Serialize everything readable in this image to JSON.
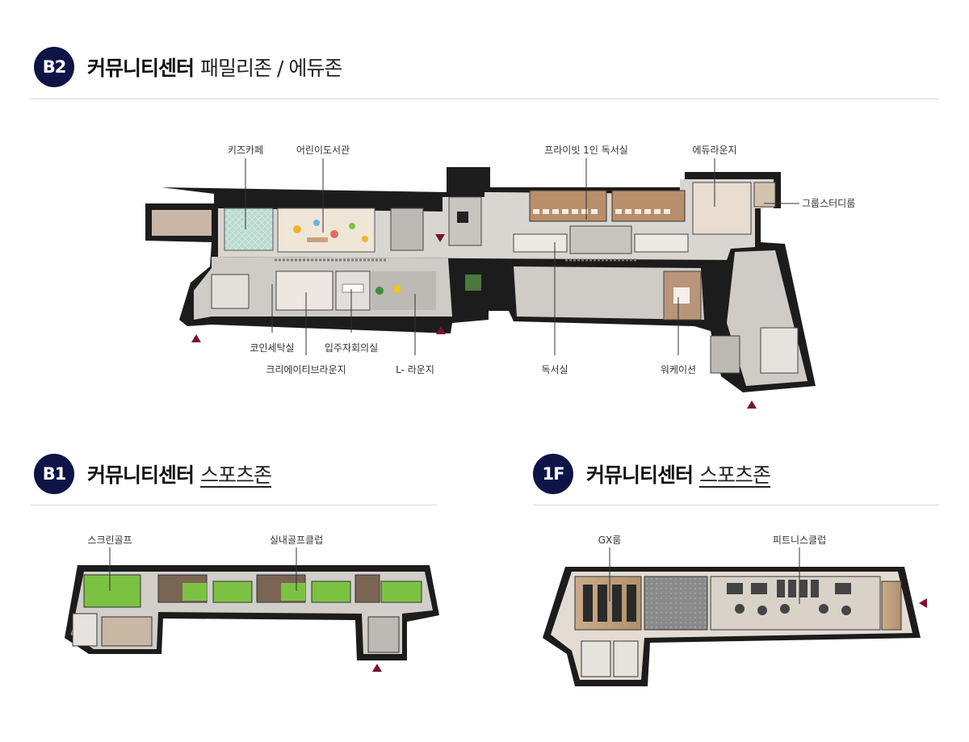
{
  "colors": {
    "badge": "#0f1446",
    "arrow": "#7a1230",
    "wall": "#1c1c1c",
    "floor": "#d9d6d2",
    "wood": "#a7876a",
    "golf_green": "#7cc242"
  },
  "sections": {
    "b2": {
      "badge": "B2",
      "title": "커뮤니티센터",
      "subtitle": "패밀리존 / 에듀존",
      "labels": {
        "kids_cafe": "키즈카페",
        "kids_library": "어린이도서관",
        "private_study": "프라이빗 1인 독서실",
        "edu_lounge": "에듀라운지",
        "group_study": "그룹스터디룸",
        "coin_laundry": "코인세탁실",
        "creative_lounge": "크리에이티브라운지",
        "resident_meeting": "입주자회의실",
        "l_lounge": "L- 라운지",
        "reading_room": "독서실",
        "wakation": "워케이션"
      }
    },
    "b1": {
      "badge": "B1",
      "title": "커뮤니티센터",
      "subtitle": "스포츠존",
      "labels": {
        "screen_golf": "스크린골프",
        "indoor_golf": "실내골프클럽"
      }
    },
    "f1": {
      "badge": "1F",
      "title": "커뮤니티센터",
      "subtitle": "스포츠존",
      "labels": {
        "gx_room": "GX룸",
        "fitness_club": "피트니스클럽"
      }
    }
  }
}
